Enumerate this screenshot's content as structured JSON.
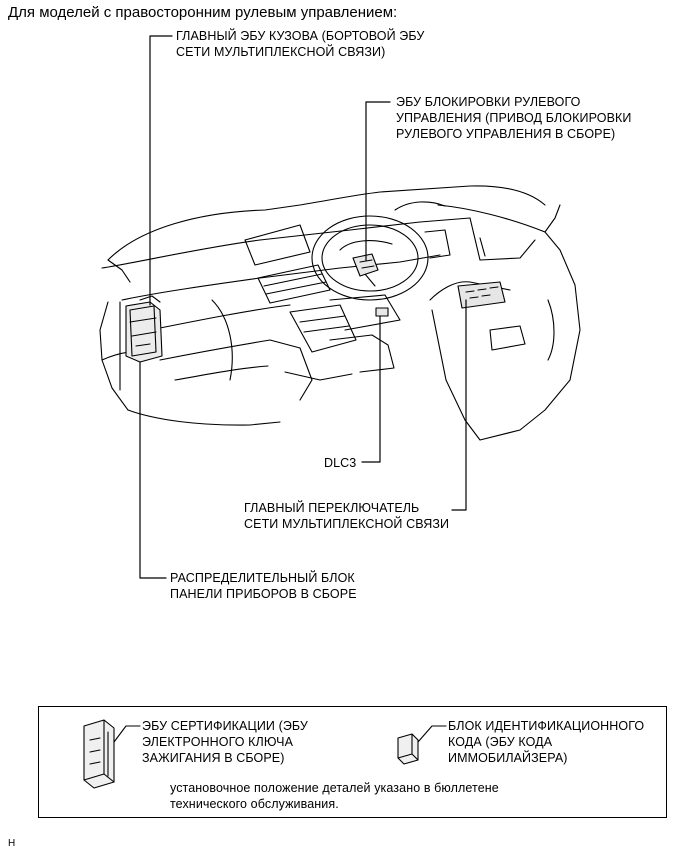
{
  "heading": "Для моделей с правосторонним рулевым управлением:",
  "labels": {
    "main_body_ecu": [
      "ГЛАВНЫЙ ЭБУ КУЗОВА (БОРТОВОЙ ЭБУ",
      "СЕТИ МУЛЬТИПЛЕКСНОЙ СВЯЗИ)"
    ],
    "steering_lock_ecu": [
      "ЭБУ БЛОКИРОВКИ РУЛЕВОГО",
      "УПРАВЛЕНИЯ (ПРИВОД БЛОКИРОВКИ",
      "РУЛЕВОГО УПРАВЛЕНИЯ В СБОРЕ)"
    ],
    "dlc3": "DLC3",
    "multiplex_master_switch": [
      "ГЛАВНЫЙ ПЕРЕКЛЮЧАТЕЛЬ",
      "СЕТИ МУЛЬТИПЛЕКСНОЙ СВЯЗИ"
    ],
    "junction_block": [
      "РАСПРЕДЕЛИТЕЛЬНЫЙ БЛОК",
      "ПАНЕЛИ ПРИБОРОВ В СБОРЕ"
    ]
  },
  "legend": {
    "certification_ecu": [
      "ЭБУ СЕРТИФИКАЦИИ (ЭБУ",
      "ЭЛЕКТРОННОГО КЛЮЧА",
      "ЗАЖИГАНИЯ В СБОРЕ)"
    ],
    "id_code_box": [
      "БЛОК ИДЕНТИФИКАЦИОННОГО",
      "КОДА (ЭБУ КОДА",
      "ИММОБИЛАЙЗЕРА)"
    ],
    "note": [
      "установочное положение деталей указано в бюллетене",
      "технического обслуживания."
    ]
  },
  "footer_code": "H"
}
